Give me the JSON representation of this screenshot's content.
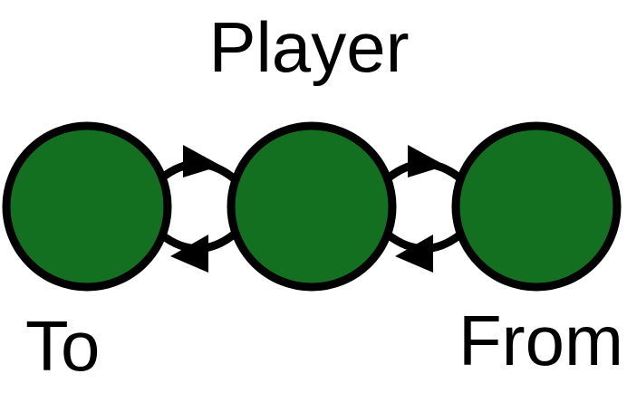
{
  "labels": {
    "top": "Player",
    "left": "To",
    "right": "From"
  },
  "colors": {
    "node_fill": "#137021",
    "stroke": "#000000",
    "background": "#ffffff"
  },
  "nodes": [
    {
      "id": "to"
    },
    {
      "id": "player"
    },
    {
      "id": "from"
    }
  ],
  "edges": [
    {
      "from": "to",
      "to": "player",
      "direction": "right",
      "arc": "top"
    },
    {
      "from": "player",
      "to": "to",
      "direction": "left",
      "arc": "bottom"
    },
    {
      "from": "player",
      "to": "from",
      "direction": "right",
      "arc": "top"
    },
    {
      "from": "from",
      "to": "player",
      "direction": "left",
      "arc": "bottom"
    }
  ]
}
